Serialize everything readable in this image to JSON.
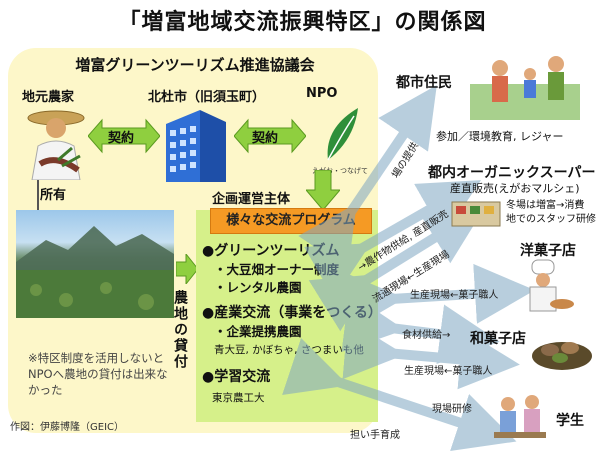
{
  "title": "「増富地域交流振興特区」の関係図",
  "council": {
    "title": "増富グリーンツーリズム推進協議会",
    "farmer_label": "地元農家",
    "city_label": "北杜市（旧須玉町）",
    "npo_label": "NPO",
    "npo_logo_text": "えがお・つなげて",
    "contract_left": "契約",
    "contract_right": "契約",
    "ownership_label": "所有",
    "lending_label": "農地の貸付",
    "operator_label": "企画運営主体",
    "note": "※特区制度を活用しないとNPOへ農地の貸付は出来なかった"
  },
  "programs": {
    "header": "様々な交流プログラム",
    "items": [
      {
        "heading": "●グリーンツーリズム",
        "subs": [
          "・大豆畑オーナー制度",
          "・レンタル農園"
        ]
      },
      {
        "heading": "●産業交流（事業をつくる）",
        "subs": [
          "・企業提携農園"
        ],
        "note": "青大豆, かぼちゃ, さつまいも他"
      },
      {
        "heading": "●学習交流",
        "note": "東京農工大"
      }
    ]
  },
  "actors": {
    "urban": {
      "name": "都市住民",
      "desc": "参加／環境教育, レジャー"
    },
    "supermarket": {
      "name": "都内オーガニックスーパー",
      "sub": "産直販売(えがおマルシェ)",
      "desc1": "冬場は増富→消費",
      "desc2": "地でのスタッフ研修"
    },
    "western": {
      "name": "洋菓子店"
    },
    "japanese": {
      "name": "和菓子店"
    },
    "student": {
      "name": "学生"
    }
  },
  "flows": {
    "urban_arrow": "場の提供",
    "supermarket_arrow_1": "→農作物供給, 産直販売",
    "supermarket_arrow_2": "流通現場←生産現場",
    "western_arrow": "生産現場←菓子職人",
    "japanese_arrow_1": "食材供給→",
    "japanese_arrow_2": "生産現場←菓子職人",
    "student_arrow_1": "現場研修",
    "student_arrow_2": "担い手育成"
  },
  "credit": "作図：伊藤博隆（GEIC）",
  "colors": {
    "council_bg": "#fdf7c9",
    "program_bg": "#d6f08a",
    "header_bg": "#f59a24",
    "arrow": "#cfe3ef",
    "arrow_stroke": "#7fa7c2",
    "green_arrow": "#8fcf3f"
  }
}
